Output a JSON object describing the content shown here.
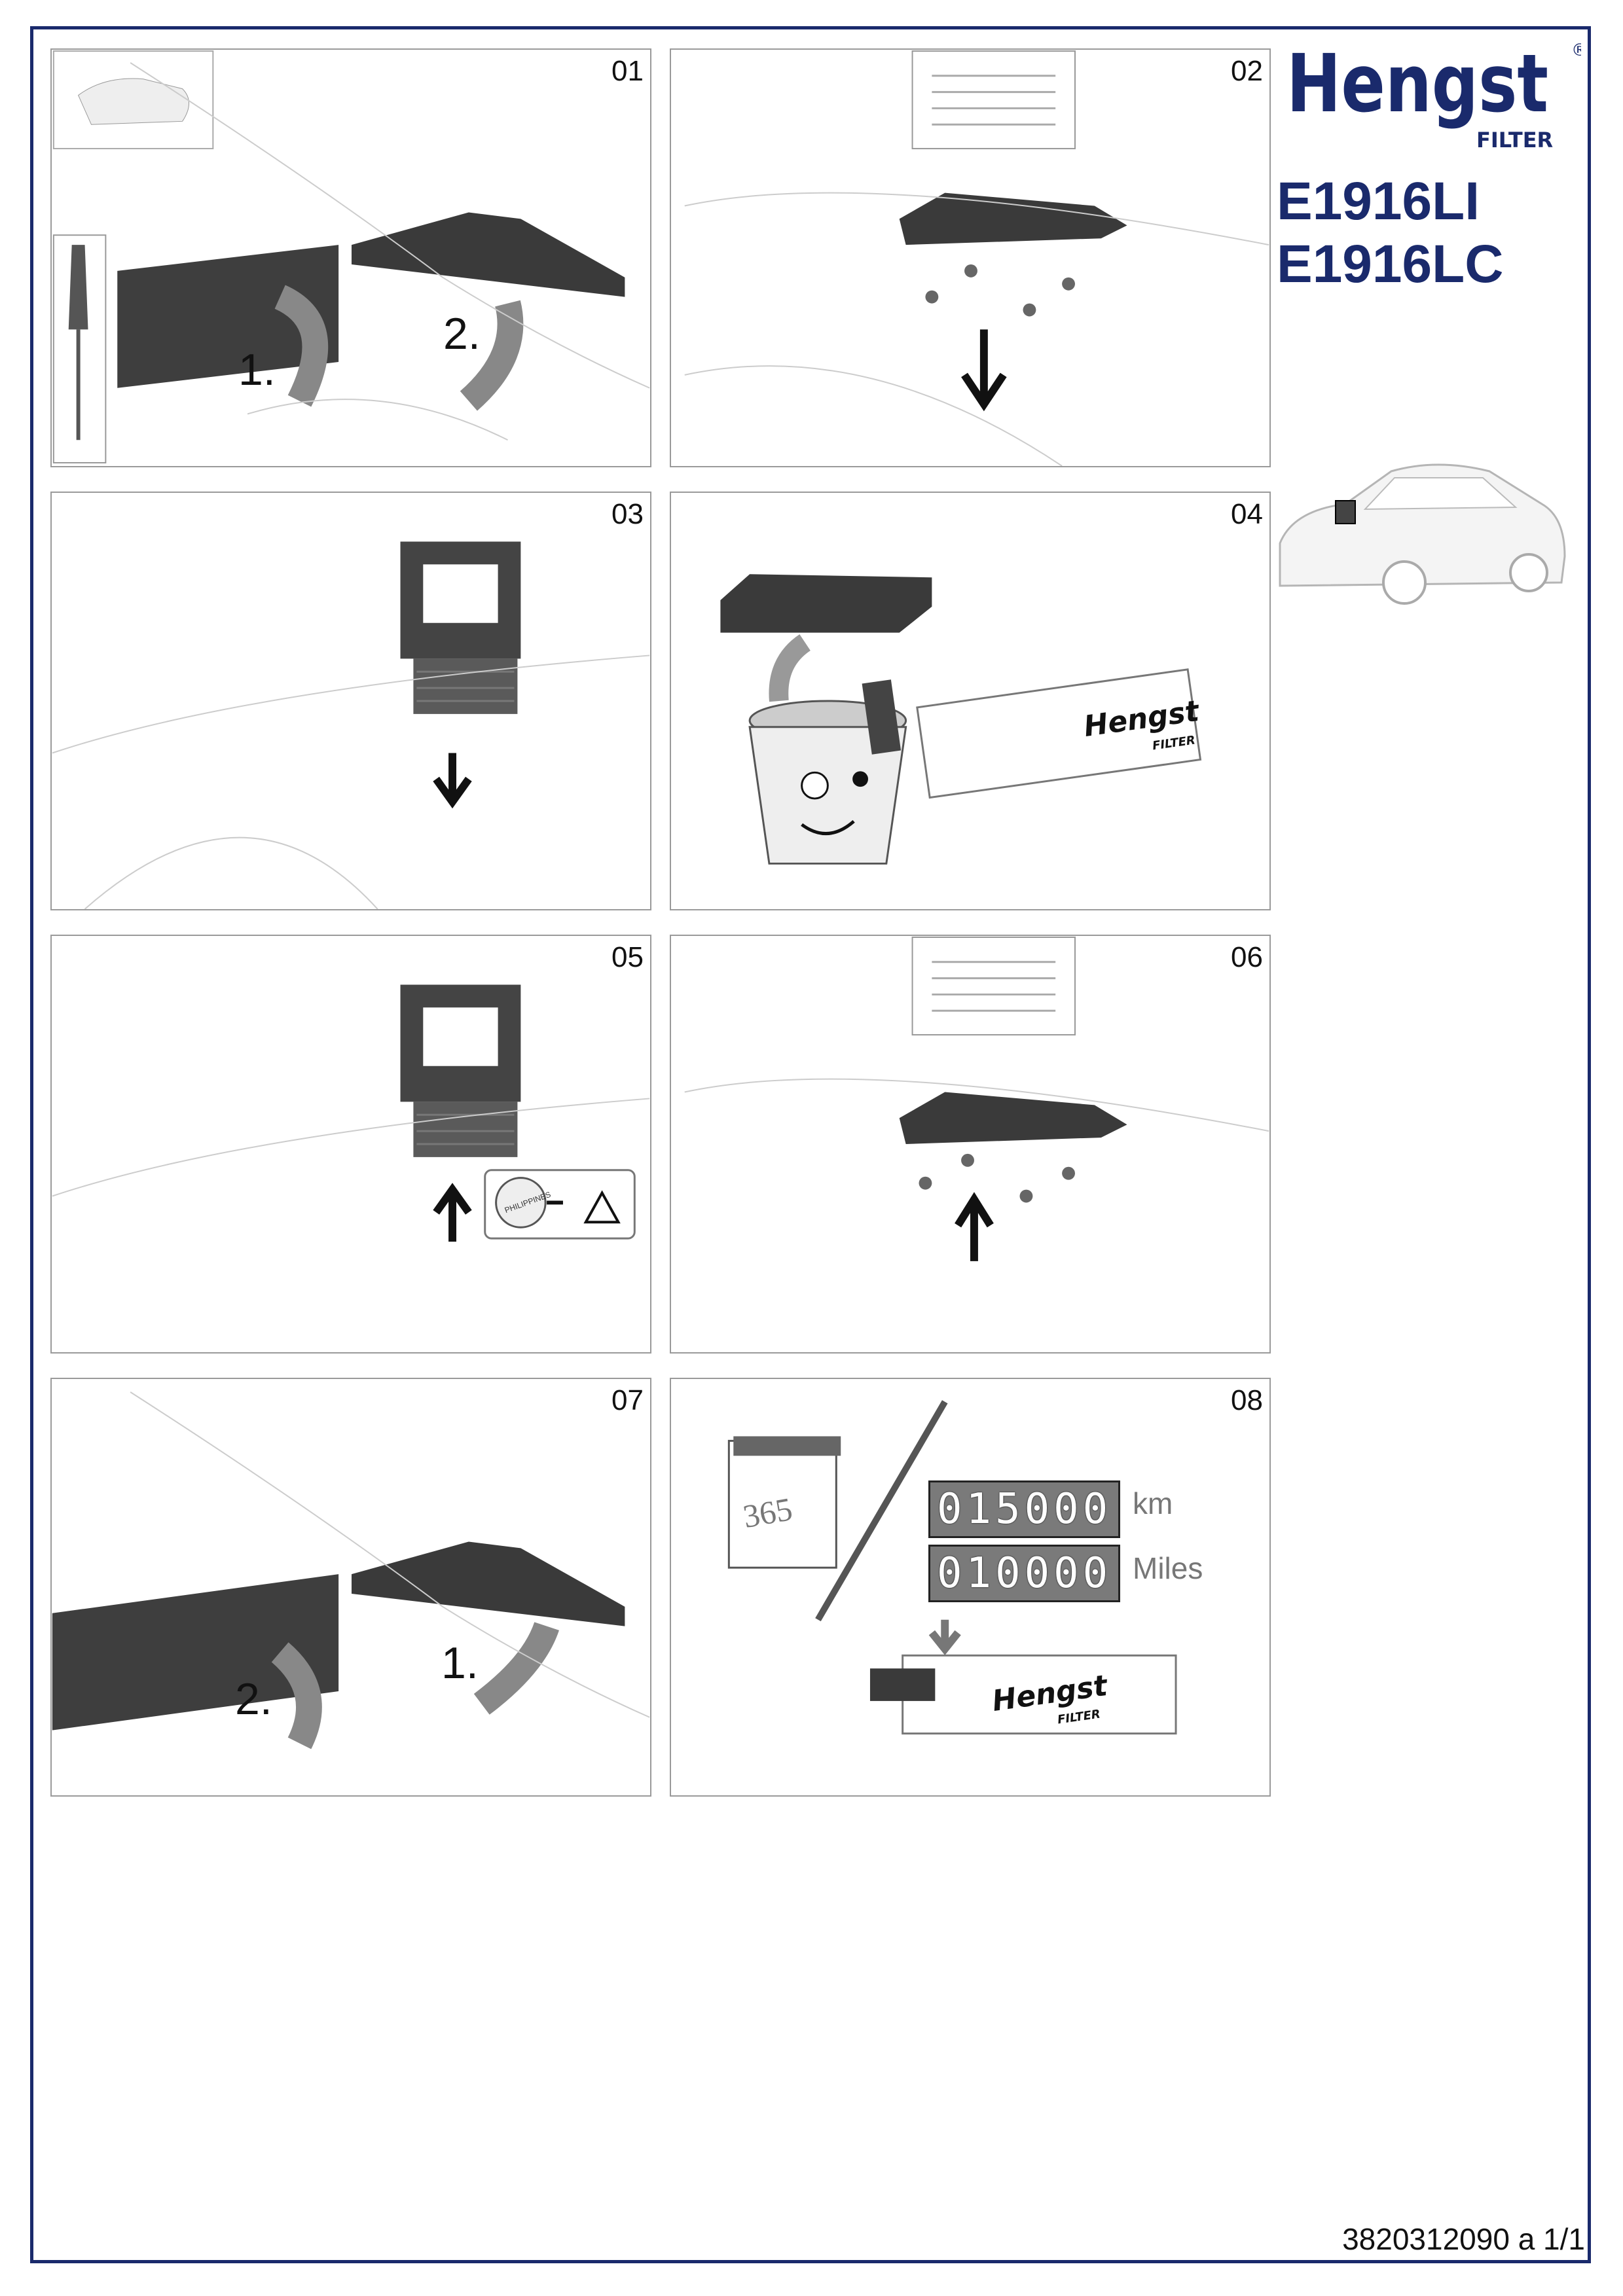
{
  "brand": {
    "name": "Hengst",
    "sub": "FILTER",
    "registered": "®",
    "color": "#1a2a6c"
  },
  "models": [
    "E1916LI",
    "E1916LC"
  ],
  "panels": [
    {
      "num": "01",
      "steps": [
        "1.",
        "2."
      ]
    },
    {
      "num": "02"
    },
    {
      "num": "03"
    },
    {
      "num": "04",
      "box_brand": "Hengst",
      "box_sub": "FILTER"
    },
    {
      "num": "05",
      "label": "PHILIPPINES"
    },
    {
      "num": "06"
    },
    {
      "num": "07",
      "steps": [
        "2.",
        "1."
      ]
    },
    {
      "num": "08",
      "calendar": "365",
      "counters": [
        {
          "value": "015000",
          "unit": "km"
        },
        {
          "value": "010000",
          "unit": "Miles"
        }
      ],
      "box_brand": "Hengst",
      "box_sub": "FILTER"
    }
  ],
  "footer": "3820312090 a 1/1"
}
